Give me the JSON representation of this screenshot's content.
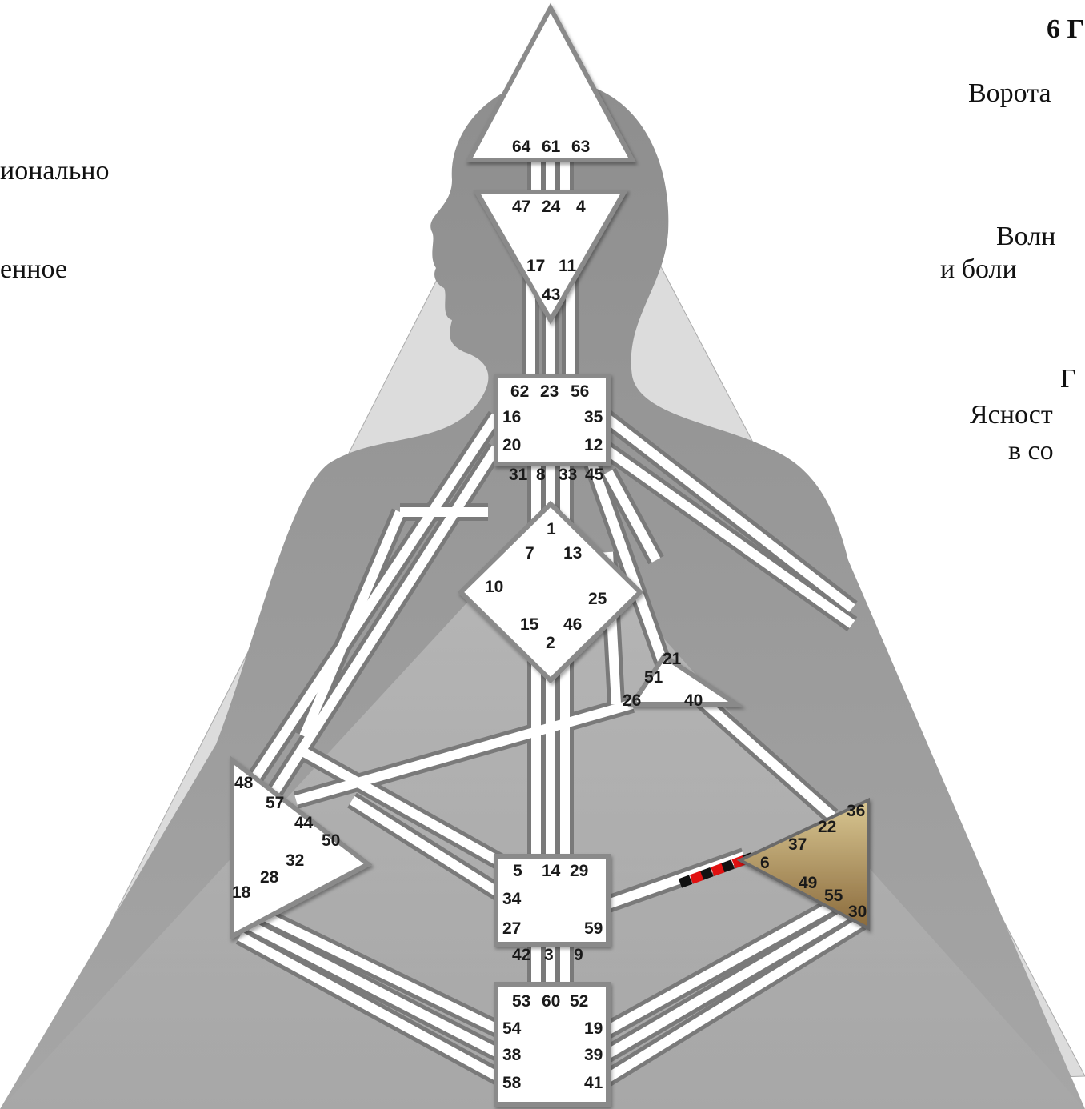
{
  "left_text": [
    "ионально",
    "енное"
  ],
  "right_text": {
    "heading": "6 Г",
    "lines": [
      "Ворота",
      "Волн",
      "и боли",
      "Г",
      "Ясност",
      "в со"
    ]
  },
  "centers": {
    "head": [
      "64",
      "61",
      "63"
    ],
    "ajna": [
      "47",
      "24",
      "4",
      "17",
      "11",
      "43"
    ],
    "throat": [
      "62",
      "23",
      "56",
      "16",
      "35",
      "20",
      "12",
      "31",
      "8",
      "33",
      "45"
    ],
    "g": [
      "1",
      "7",
      "13",
      "10",
      "25",
      "15",
      "46",
      "2"
    ],
    "heart": [
      "21",
      "51",
      "26",
      "40"
    ],
    "spleen": [
      "48",
      "57",
      "44",
      "50",
      "32",
      "28",
      "18"
    ],
    "sacral": [
      "5",
      "14",
      "29",
      "34",
      "27",
      "59",
      "42",
      "3",
      "9"
    ],
    "solar_plexus": [
      "36",
      "22",
      "37",
      "6",
      "49",
      "55",
      "30"
    ],
    "root": [
      "53",
      "60",
      "52",
      "54",
      "19",
      "38",
      "39",
      "58",
      "41"
    ]
  },
  "colors": {
    "background": "#ffffff",
    "aura_light": "#d7d7d7",
    "silhouette": "#9a9a9a",
    "channel": "#ffffff",
    "solar_plexus_top": "#d8c48e",
    "solar_plexus_bottom": "#8b6a3c",
    "activation_red": "#e01010",
    "activation_black": "#111111"
  }
}
